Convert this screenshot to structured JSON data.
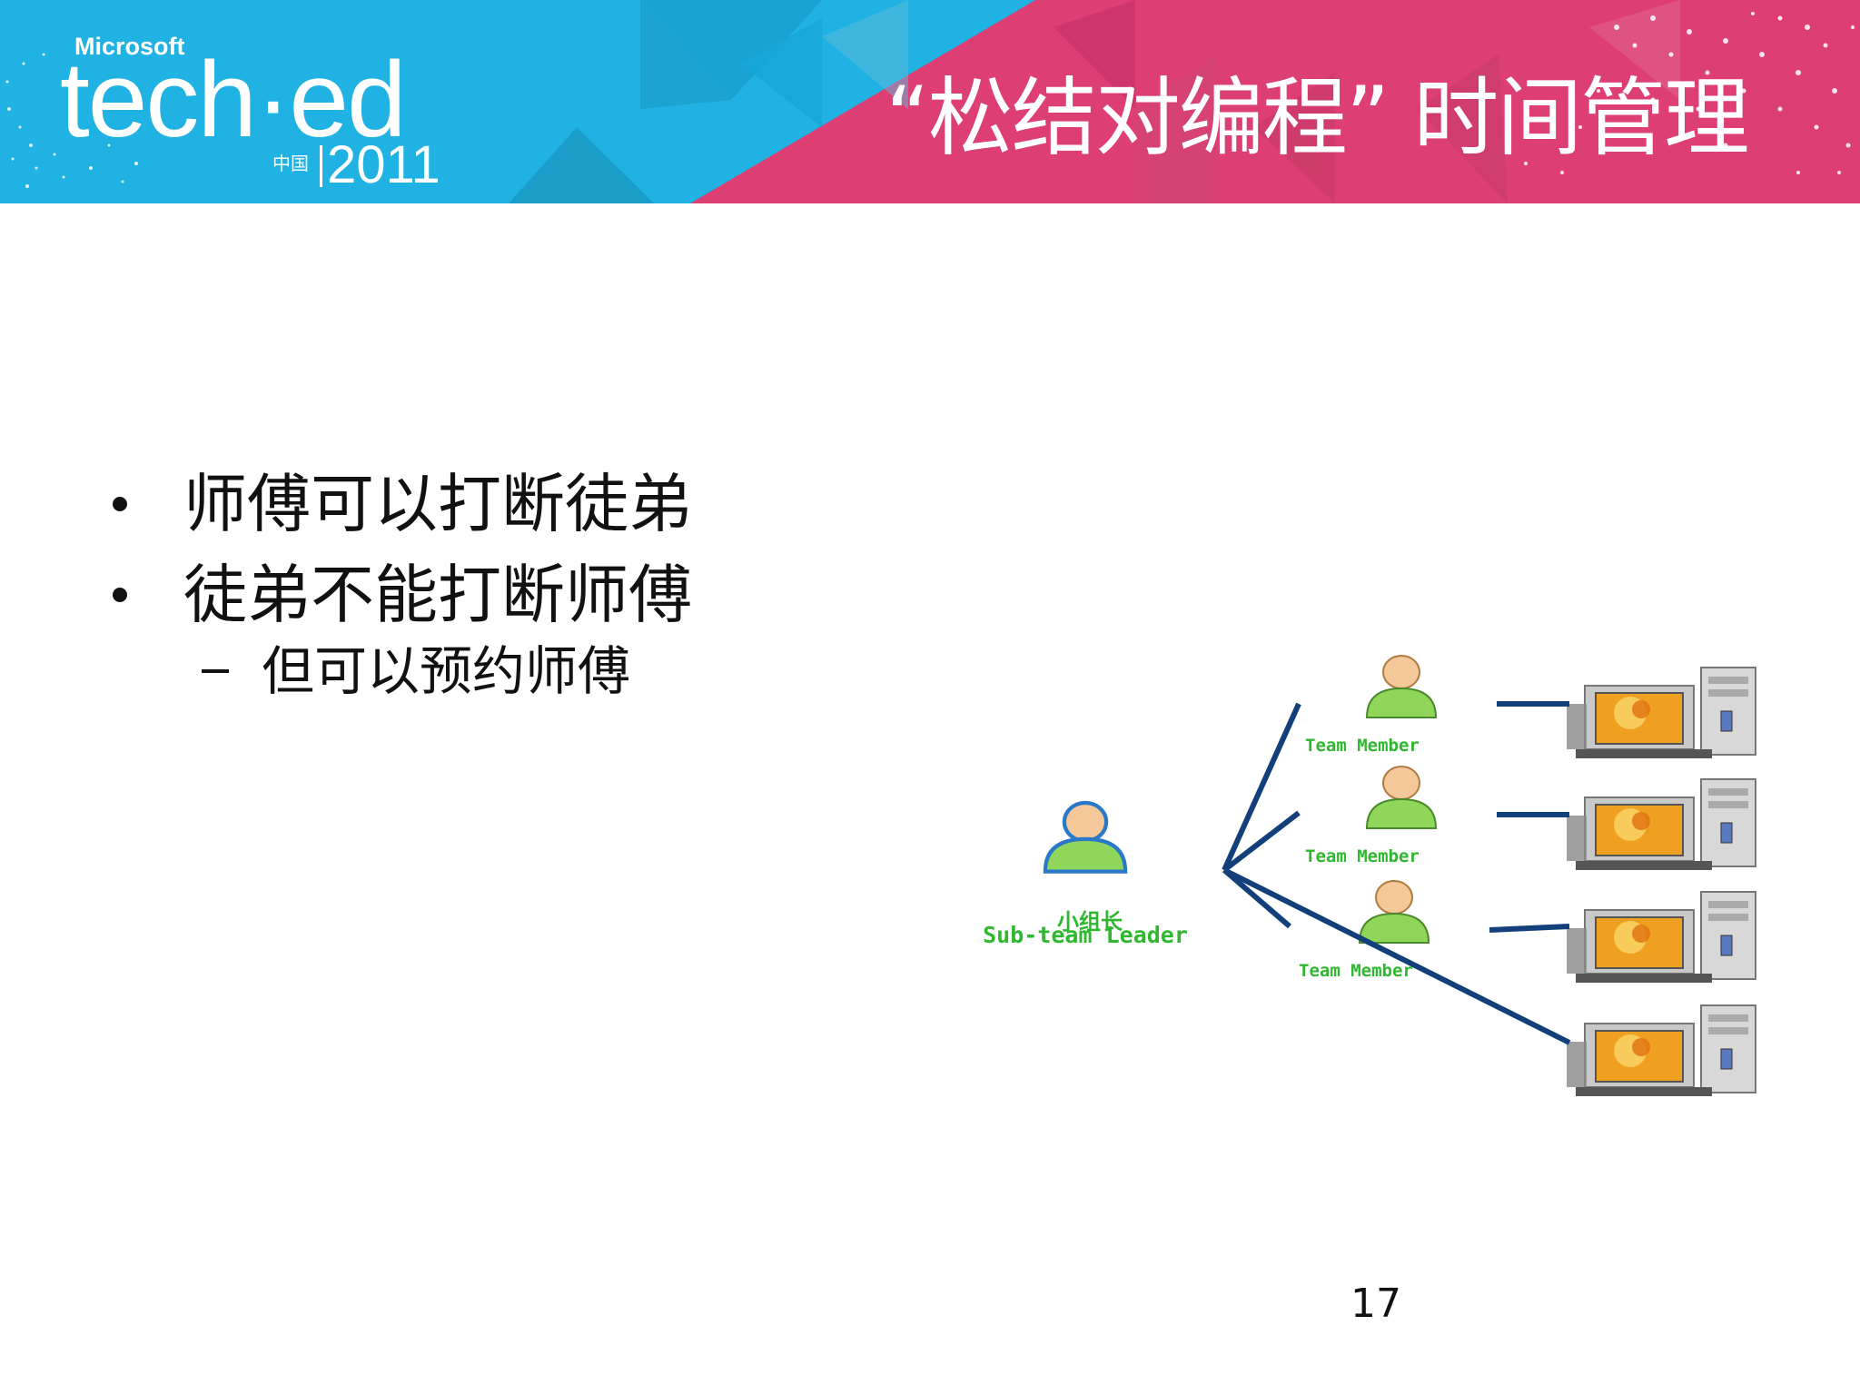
{
  "brand": {
    "company": "Microsoft",
    "event": "tech·ed",
    "region": "中国",
    "year": "2011",
    "colors": {
      "cyan": "#1fb2e2",
      "magenta": "#dd3f74"
    }
  },
  "slide": {
    "title": "“松结对编程” 时间管理",
    "bullets": [
      {
        "text": "师傅可以打断徒弟"
      },
      {
        "text": "徒弟不能打断师傅"
      }
    ],
    "sub_bullets": [
      {
        "text": "但可以预约师傅"
      }
    ],
    "page_number": "17"
  },
  "diagram": {
    "leader": {
      "label_cn": "小组长",
      "label_en": "Sub-team Leader",
      "icon": "person-icon"
    },
    "members": [
      {
        "label": "Team Member",
        "icon": "person-icon"
      },
      {
        "label": "Team Member",
        "icon": "person-icon"
      },
      {
        "label": "Team Member",
        "icon": "person-icon"
      }
    ],
    "computers": 4,
    "line_color": "#133f7a"
  }
}
